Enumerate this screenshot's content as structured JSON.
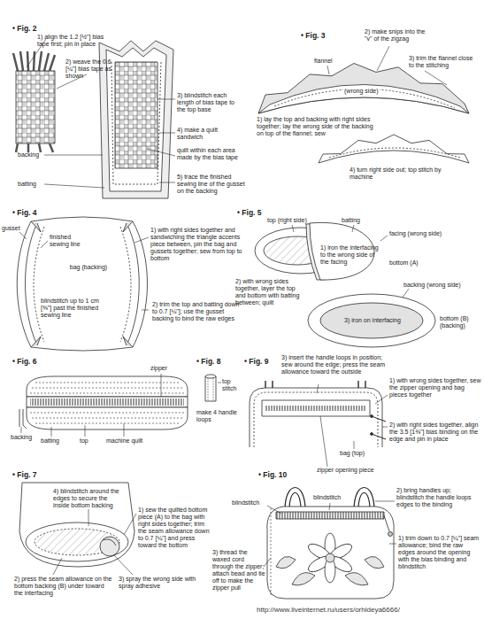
{
  "diagram": {
    "labels": [
      "• Fig. 2",
      "1) align the 1.2 [½\"] bias tape first; pin in place",
      "2) weave the 0.6 [¼\"] bias tape as shown",
      "3) blindstitch each length of bias tape to the top base",
      "4) make a quilt sandwich",
      "quilt within each area made by the bias tape",
      "5) trace the finished sewing line of the gusset on the backing",
      "backing",
      "batting",
      "• Fig. 3",
      "2) make snips into the \"v\" of the zigzag",
      "flannel",
      "3) trim the flannel close to the stitching",
      "(wrong side)",
      "1) lay the top and backing with right sides together; lay the wrong side of the backing on top of the flannel; sew",
      "4) turn right side out; top stitch by machine",
      "• Fig. 4",
      "gusset",
      "finished sewing line",
      "bag (backing)",
      "1) with right sides together and sandwiching the triangle accents piece between, pin the bag and gussets together; sew from top to bottom",
      "blindstitch up to 1 cm [⅜\"] past the finished sewing line",
      "2) trim the top and batting down to 0.7 [¼\"]; use the gusset backing to bind the raw edges",
      "• Fig. 5",
      "top (right side)",
      "batting",
      "facing (wrong side)",
      "1) iron the interfacing to the wrong side of the facing",
      "bottom (A)",
      "2) with wrong sides together, layer the top and bottom with batting between; quilt",
      "backing (wrong side)",
      "3) iron on interfacing",
      "bottom (B) (backing)",
      "• Fig. 6",
      "zipper",
      "backing",
      "batting",
      "top",
      "machine quilt",
      "• Fig. 8",
      "top stitch",
      "make 4 handle loops",
      "• Fig. 9",
      "3) insert the handle loops in position; sew around the edge; press the seam allowance toward the outside",
      "1) with wrong sides together, sew the zipper opening and bag pieces together",
      "2) with right sides together, align the 3.5 [1⅜\"] bias binding on the edge and pin in place",
      "bag (top)",
      "zipper opening piece",
      "• Fig. 7",
      "4) blindstitch around the edges to secure the inside bottom backing",
      "1) sew the quilted bottom piece (A) to the bag with right sides together; trim the seam allowance down to 0.7 [¼\"] and press toward the bottom",
      "2) press the seam allowance on the bottom backing (B) under toward the interfacing",
      "3) spray the wrong side with spray adhesive",
      "• Fig. 10",
      "blindstitch",
      "blindstitch",
      "2) bring handles up; blindstitch the handle loops edges to the binding",
      "1) trim down to 0.7 [¼\"] seam allowance; bind the raw edges around the opening with the bias binding and blindstitch",
      "3) thread the waxed cord through the zipper; attach bead and tie off to make the zipper pull",
      "http://www.liveinternet.ru/users/orhideya6666/"
    ]
  }
}
